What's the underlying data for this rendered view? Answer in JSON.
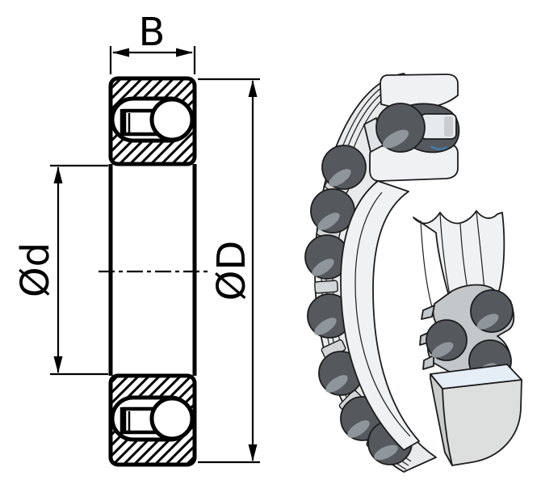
{
  "diagram": {
    "dimensions": {
      "width": {
        "label": "B"
      },
      "bore": {
        "label": "Ød"
      },
      "outer": {
        "label": "ØD"
      }
    },
    "colors": {
      "line": "#000000",
      "background": "#ffffff",
      "ring_face": "#f0f1f2",
      "ring_shade": "#e8eaec",
      "ball": "#55595e",
      "ball_highlight": "#8e959b",
      "cage": "#c3c7c9",
      "cut_face_blue": "#e5edf6",
      "accent_blue": "#4579ad"
    }
  }
}
